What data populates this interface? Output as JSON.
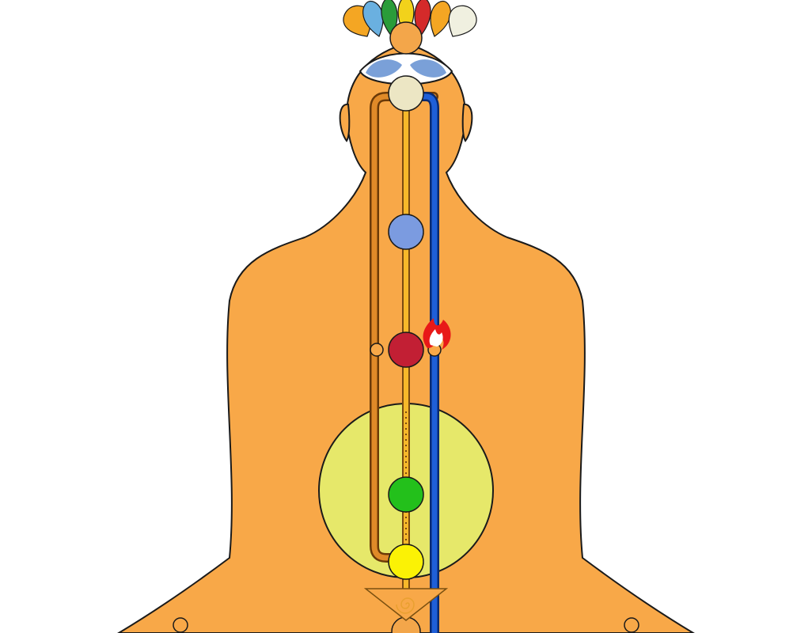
{
  "colors": {
    "background": "#ffffff",
    "skin": "#f8a848",
    "outline": "#1a1a1a",
    "left_channel": "#e08a28",
    "central_channel": "#f6b82a",
    "right_channel": "#1f5fd8",
    "energy_field": "#e6e86a",
    "eye_highlight": "#7aa0d8",
    "flame": "#e81818",
    "petals": [
      "#f4a623",
      "#6ab0e0",
      "#2a9c3a",
      "#f2d21b",
      "#d42a2a",
      "#f4a623",
      "#f0f0e0"
    ]
  },
  "chakras": [
    {
      "name": "crown",
      "color": "#f3a64a"
    },
    {
      "name": "brow",
      "color": "#ece6c4"
    },
    {
      "name": "throat",
      "color": "#7b9be0"
    },
    {
      "name": "heart",
      "color": "#c21f34"
    },
    {
      "name": "navel",
      "color": "#23c01b"
    },
    {
      "name": "sacral",
      "color": "#fbf205"
    },
    {
      "name": "root",
      "color": "#f3a64a"
    }
  ],
  "icons": {
    "flame": "flame-icon",
    "spiral": "spiral-icon"
  }
}
